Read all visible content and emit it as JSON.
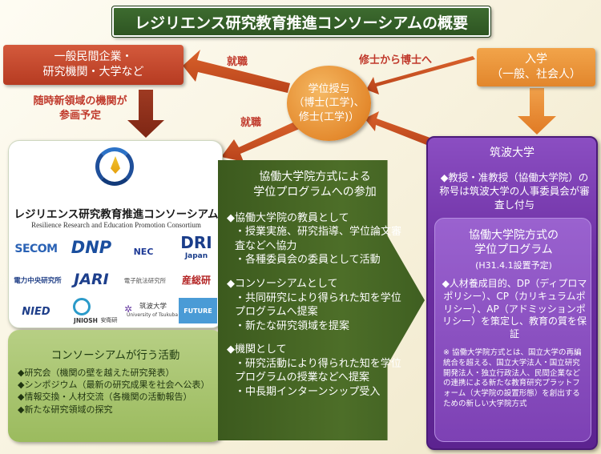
{
  "title": "レジリエンス研究教育推進コンソーシアムの概要",
  "private": {
    "line1": "一般民間企業・",
    "line2": "研究機関・大学など"
  },
  "entrance": {
    "line1": "入学",
    "line2": "（一般、社会人）"
  },
  "degree": {
    "line1": "学位授与",
    "line2": "（博士(工学)、",
    "line3": "修士(工学)）"
  },
  "arrows": {
    "employment_top": "就職",
    "master_to_doctor": "修士から博士へ",
    "employment_bottom": "就職"
  },
  "participation_note": {
    "line1": "随時新領域の機関が",
    "line2": "参画予定"
  },
  "consortium": {
    "name_ja": "レジリエンス研究教育推進コンソーシアム",
    "name_en": "Resilience Research and Education Promotion Consortium",
    "logos": [
      "SECOM",
      "DNP",
      "NEC",
      "DRI",
      "Japan",
      "電力中央研究所",
      "JARI",
      "電子航法研究所",
      "産総研",
      "NIED",
      "JNIOSH",
      "安衛研",
      "筑波大学",
      "University of Tsukuba",
      "FUTURE"
    ]
  },
  "activities": {
    "title": "コンソーシアムが行う活動",
    "items": [
      "◆研究会（機関の壁を越えた研究発表）",
      "◆シンポジウム（最新の研究成果を社会へ公表）",
      "◆情報交換・人材交流（各機関の活動報告）",
      "◆新たな研究領域の探究"
    ]
  },
  "participation": {
    "heading_line1": "協働大学院方式による",
    "heading_line2": "学位プログラムへの参加",
    "sections": [
      {
        "head": "◆協働大学院の教員として",
        "items": [
          "・授業実施、研究指導、学位論文審査などへ協力",
          "・各種委員会の委員として活動"
        ]
      },
      {
        "head": "◆コンソーシアムとして",
        "items": [
          "・共同研究により得られた知を学位プログラムへ提案",
          "・新たな研究領域を提案"
        ]
      },
      {
        "head": "◆機関として",
        "items": [
          "・研究活動により得られた知を学位プログラムの授業などへ提案",
          "・中長期インターンシップ受入"
        ]
      }
    ]
  },
  "tsukuba": {
    "title": "筑波大学",
    "text": "◆教授・准教授（協働大学院）の称号は筑波大学の人事委員会が審査し付与",
    "program_title_line1": "協働大学院方式の",
    "program_title_line2": "学位プログラム",
    "program_sub": "(H31.4.1設置予定)",
    "program_body": "◆人材養成目的、DP（ディプロマポリシー）、CP（カリキュラムポリシー）、AP（アドミッションポリシー）を策定し、教育の質を保証",
    "program_note": "※ 協働大学院方式とは、国立大学の再編統合を超える、国立大学法人・国立研究開発法人・独立行政法人、民間企業などの連携による新たな教育研究プラットフォーム（大学院の設置形態）を創出するための新しい大学院方式"
  },
  "colors": {
    "title_green": "#2e5522",
    "private_red": "#b63b22",
    "entrance_orange": "#e2862c",
    "activity_green": "#9bbb5e",
    "tsukuba_purple": "#6c2fa2",
    "label_red": "#c0392b"
  }
}
